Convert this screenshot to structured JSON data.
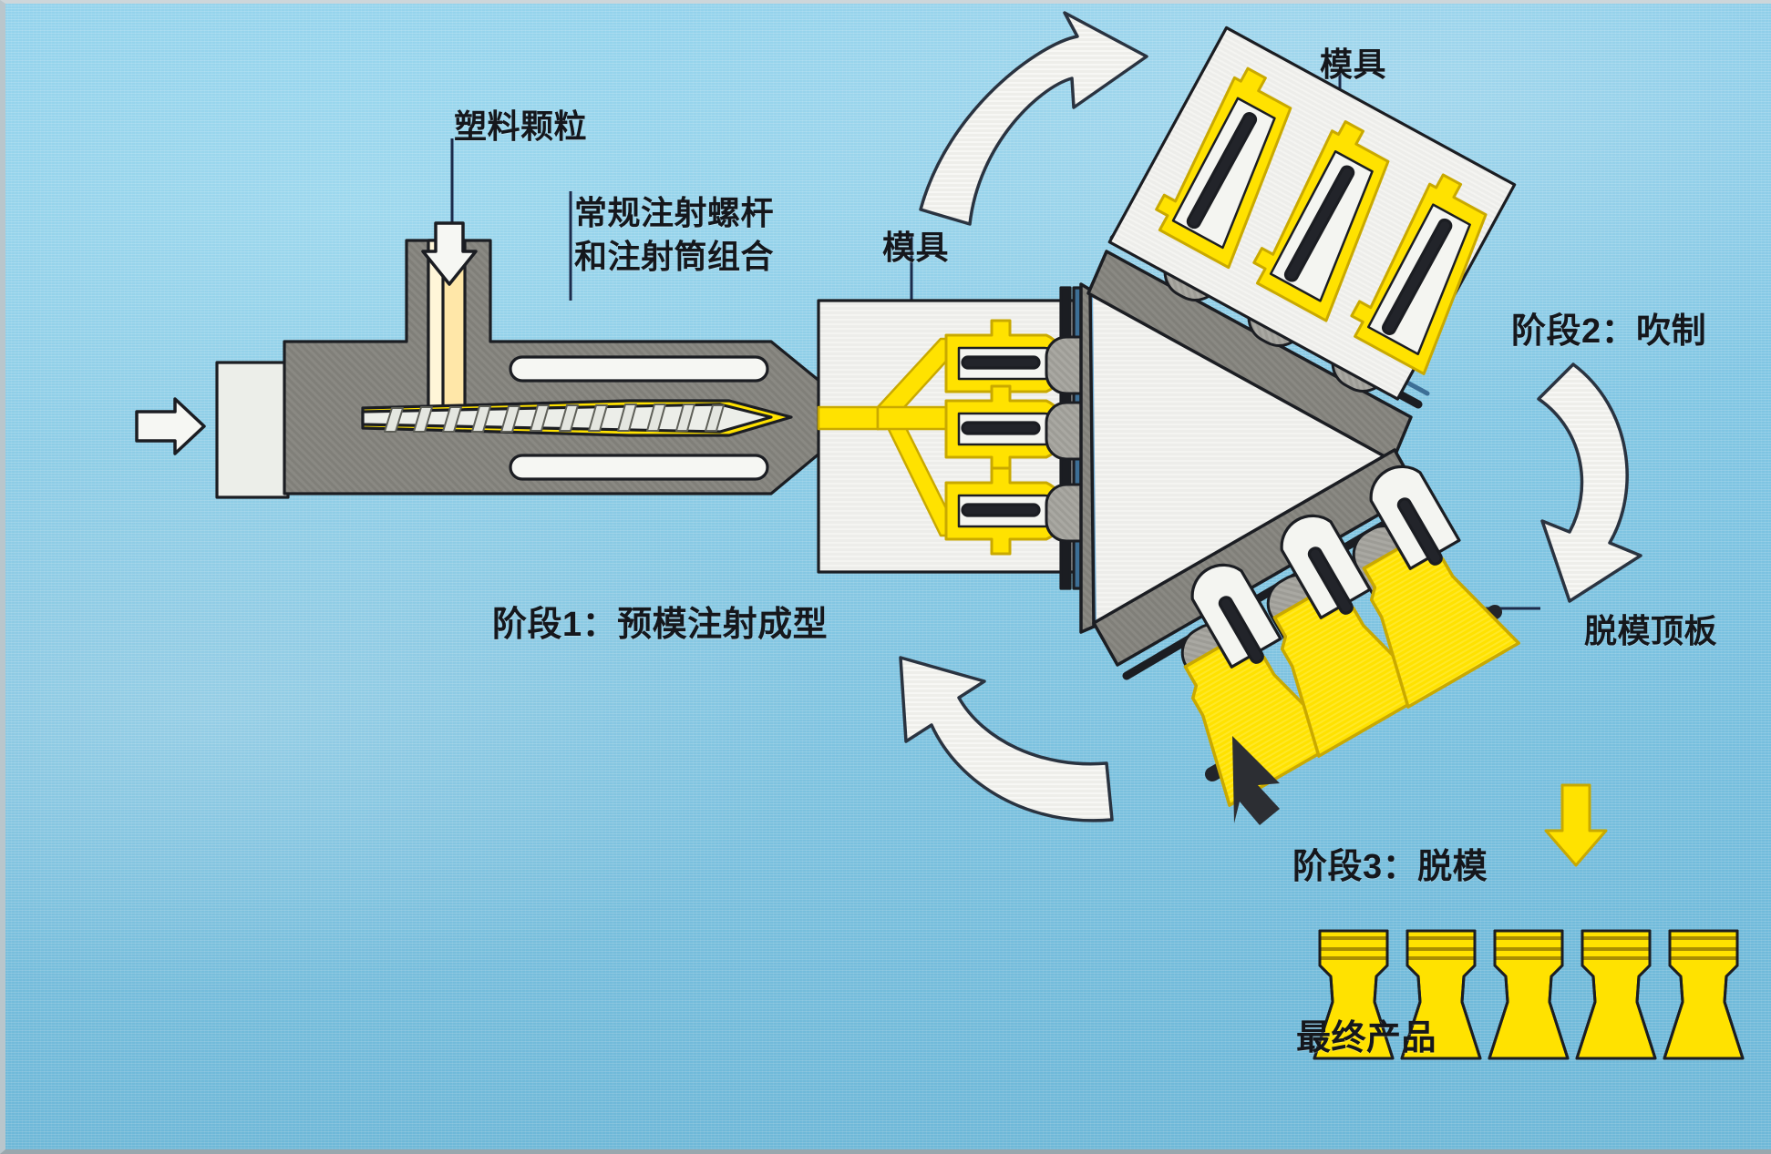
{
  "diagram": {
    "title_text_present": false,
    "background_color": "#85cbe8",
    "accent_plastic_color": "#ffe200",
    "metal_color": "#7d7d77",
    "mold_color": "#eceee9",
    "outline_color": "#1b1d22"
  },
  "labels": {
    "plastic_pellets": "塑料颗粒",
    "screw_barrel_line1": "常规注射螺杆",
    "screw_barrel_line2": "和注射筒组合",
    "mold_left": "模具",
    "mold_top": "模具",
    "stage1": "阶段1：预模注射成型",
    "stage2": "阶段2：吹制",
    "stage3": "阶段3：脱模",
    "ejector_plate": "脱模顶板",
    "final_product": "最终产品"
  },
  "stages": [
    {
      "id": 1,
      "label": "阶段1：预模注射成型",
      "description_visual": "injection unit with screw and barrel feeding a 3-cavity preform mold"
    },
    {
      "id": 2,
      "label": "阶段2：吹制",
      "description_visual": "preforms rotated into blow mold and inflated into bottles"
    },
    {
      "id": 3,
      "label": "阶段3：脱模",
      "description_visual": "finished bottles stripped from core pins by ejector plate"
    }
  ],
  "counts": {
    "preform_cavities": 3,
    "blow_cavities": 3,
    "ejection_bottles": 3,
    "final_products": 5
  },
  "icons": {
    "feed_arrow": "down-arrow",
    "ram_arrow": "right-arrow",
    "rotation_arrow_top": "curved-arrow-clockwise",
    "rotation_arrow_bottom": "curved-arrow-counterclockwise",
    "rotation_arrow_right": "curved-arrow-down",
    "eject_arrow": "down-left-arrow",
    "drop_arrow": "down-arrow-yellow"
  }
}
